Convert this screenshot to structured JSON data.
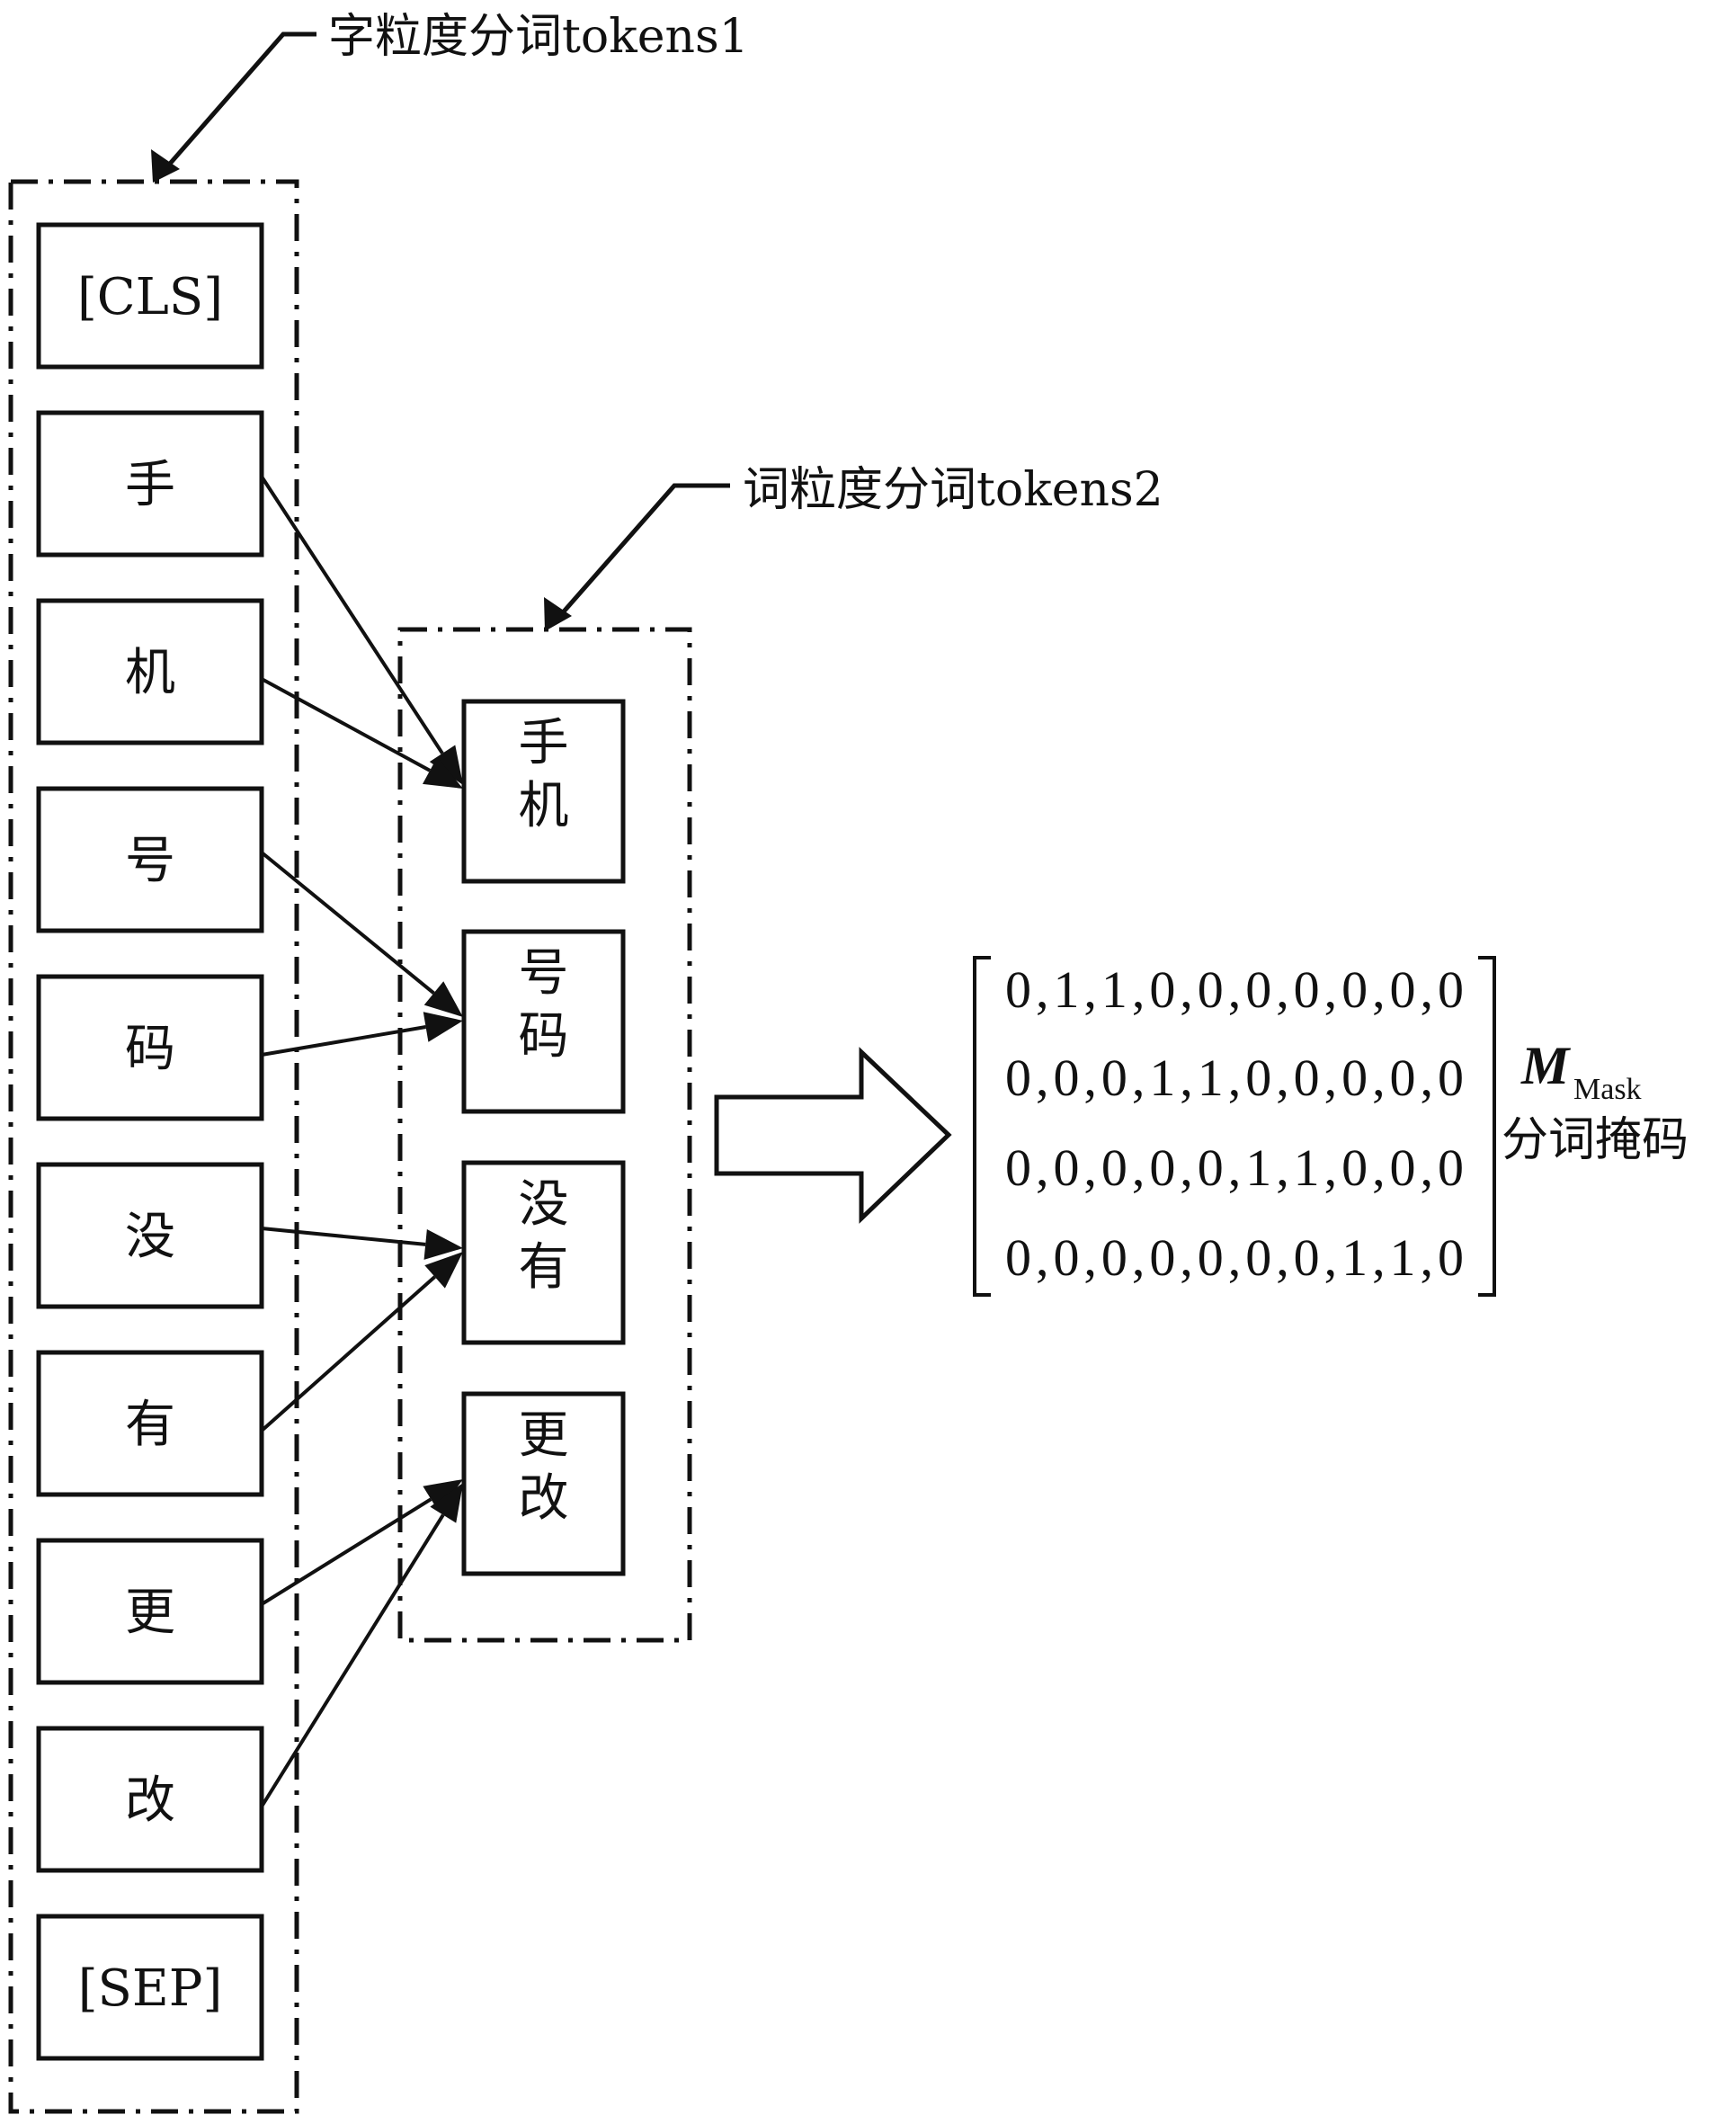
{
  "group1": {
    "label": "字粒度分词tokens1",
    "tokens": [
      "[CLS]",
      "手",
      "机",
      "号",
      "码",
      "没",
      "有",
      "更",
      "改",
      "[SEP]"
    ]
  },
  "group2": {
    "label": "词粒度分词tokens2",
    "tokens": [
      [
        "手",
        "机"
      ],
      [
        "号",
        "码"
      ],
      [
        "没",
        "有"
      ],
      [
        "更",
        "改"
      ]
    ]
  },
  "mappings": [
    {
      "from": 1,
      "to": 0
    },
    {
      "from": 2,
      "to": 0
    },
    {
      "from": 3,
      "to": 1
    },
    {
      "from": 4,
      "to": 1
    },
    {
      "from": 5,
      "to": 2
    },
    {
      "from": 6,
      "to": 2
    },
    {
      "from": 7,
      "to": 3
    },
    {
      "from": 8,
      "to": 3
    }
  ],
  "matrix": {
    "rows": [
      "0,1,1,0,0,0,0,0,0,0",
      "0,0,0,1,1,0,0,0,0,0",
      "0,0,0,0,0,1,1,0,0,0",
      "0,0,0,0,0,0,0,1,1,0"
    ],
    "symbol": "M",
    "subscript": "Mask",
    "caption": "分词掩码"
  }
}
